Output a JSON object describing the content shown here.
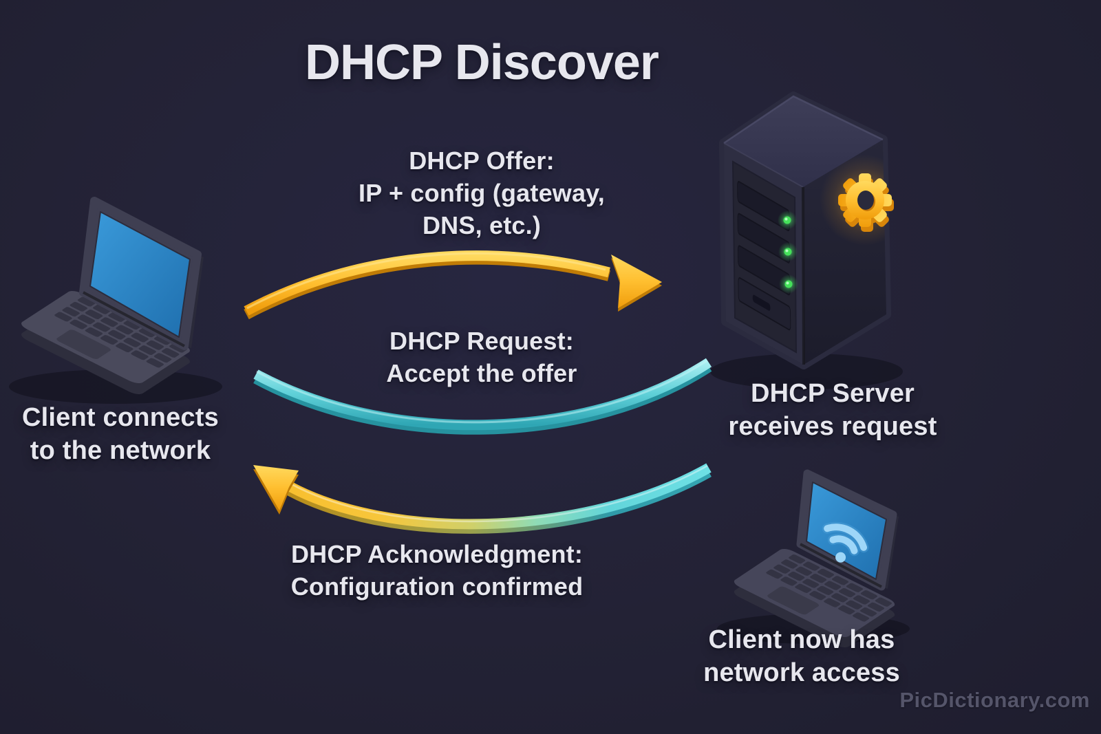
{
  "title": "DHCP Discover",
  "watermark": "PicDictionary.com",
  "nodes": {
    "client_start": {
      "line1": "Client connects",
      "line2": "to the network",
      "illustration": "laptop",
      "screen_color": "#2d87c8"
    },
    "server": {
      "line1": "DHCP Server",
      "line2": "receives request",
      "illustration": "server-tower",
      "led_count": 3,
      "led_color": "#45e15a",
      "badge_icon": "gear",
      "badge_color": "#ffb627"
    },
    "client_end": {
      "line1": "Client now has",
      "line2": "network access",
      "illustration": "laptop-wifi",
      "screen_icon": "wifi",
      "screen_color": "#2d87c8"
    }
  },
  "messages": {
    "offer": {
      "line1": "DHCP Offer:",
      "line2": "IP + config (gateway,",
      "line3": "DNS, etc.)",
      "arrow_color": "gold",
      "direction": "to-server"
    },
    "request": {
      "line1": "DHCP Request:",
      "line2": "Accept the offer",
      "arrow_color": "teal",
      "direction": "to-server"
    },
    "ack": {
      "line1": "DHCP Acknowledgment:",
      "line2": "Configuration confirmed",
      "arrow_color": "gold-to-teal",
      "direction": "to-client"
    }
  },
  "colors": {
    "background": "#232336",
    "text": "#e7e7ee",
    "watermark_text": "#55556a",
    "arrow_gold": "#ffbf30",
    "arrow_teal": "#5fd0d8",
    "screen_blue": "#2d87c8",
    "led_green": "#45e15a",
    "gear_orange": "#ffb627"
  }
}
